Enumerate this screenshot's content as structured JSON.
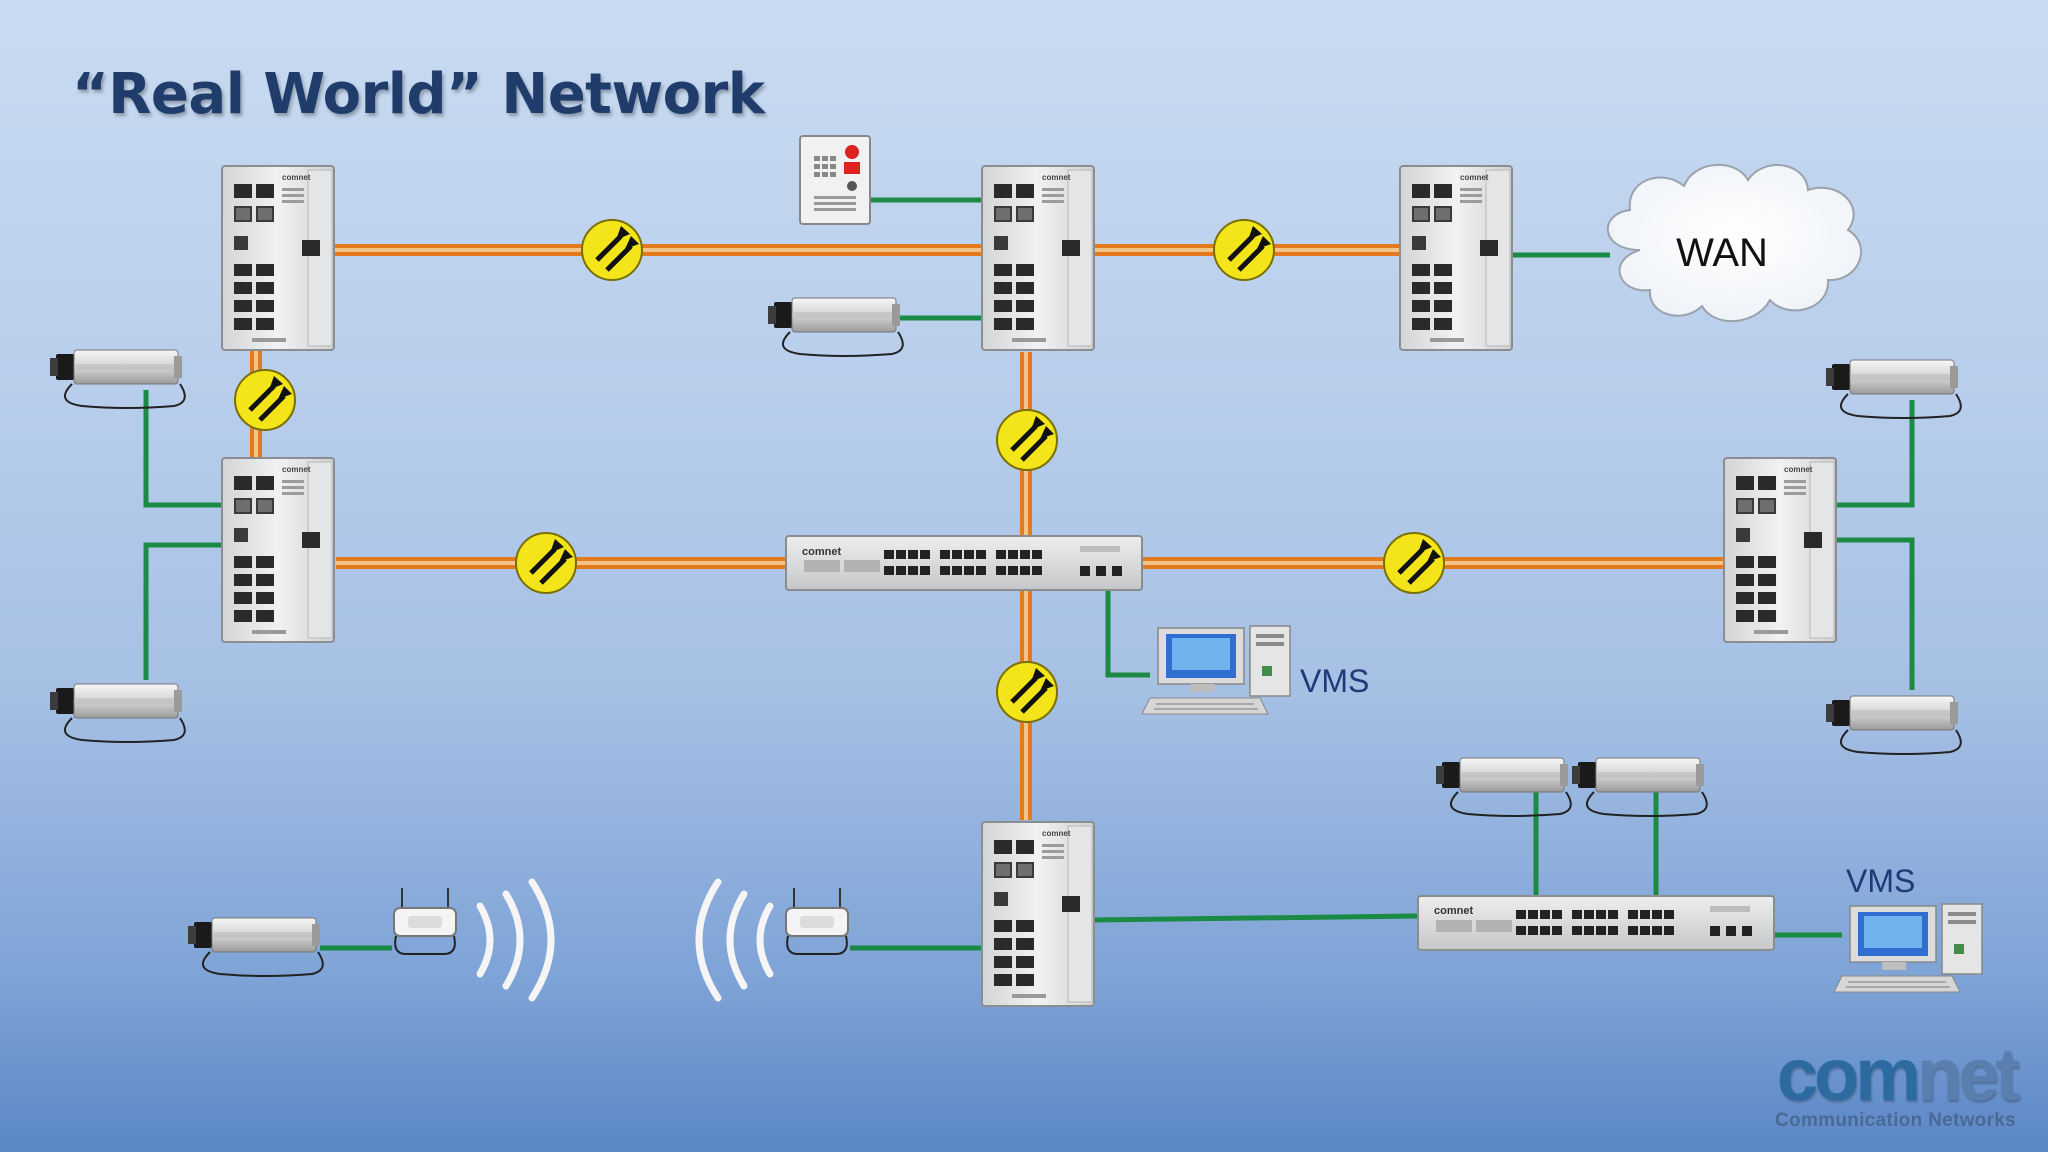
{
  "title": "“Real World” Network",
  "labels": {
    "wan": "WAN",
    "vms_main": "VMS",
    "vms_secondary": "VMS"
  },
  "switch_brand": "comnet",
  "logo": {
    "brand_com": "com",
    "brand_net": "net",
    "tagline": "Communication Networks"
  },
  "legend_colors": {
    "fiber_outer": "#e47a1e",
    "fiber_inner": "#f2c487",
    "copper": "#1b8a44",
    "converter": "#f3e51a",
    "logo_blue": "#2c6aa0"
  }
}
